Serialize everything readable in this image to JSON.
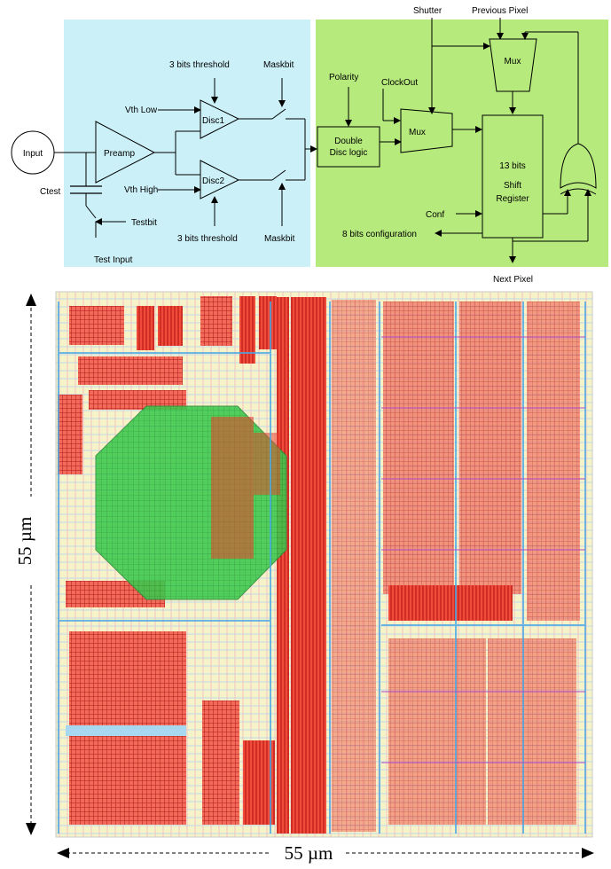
{
  "schematic": {
    "input": "Input",
    "preamp": "Preamp",
    "vth_low": "Vth Low",
    "vth_high": "Vth High",
    "disc1": "Disc1",
    "disc2": "Disc2",
    "threshold_top": "3 bits threshold",
    "threshold_bottom": "3 bits threshold",
    "maskbit_top": "Maskbit",
    "maskbit_bottom": "Maskbit",
    "ctest": "Ctest",
    "testbit": "Testbit",
    "test_input": "Test Input",
    "polarity": "Polarity",
    "clockout": "ClockOut",
    "double_disc_line1": "Double",
    "double_disc_line2": "Disc logic",
    "mux_main": "Mux",
    "shutter": "Shutter",
    "previous_pixel": "Previous Pixel",
    "mux_top": "Mux",
    "shift_line1": "13 bits",
    "shift_line2": "Shift",
    "shift_line3": "Register",
    "conf": "Conf",
    "config_out": "8 bits configuration",
    "next_pixel": "Next Pixel"
  },
  "layout": {
    "height_label": "55 µm",
    "width_label": "55 µm"
  },
  "colors": {
    "analog_bg": "#ccf0f8",
    "digital_bg": "#b6ea7c",
    "metal_red": "#ee2a2a",
    "octagon_green": "#33c84a",
    "poly_blue": "#4aa8e6",
    "layout_bg": "#f7f3c9"
  }
}
